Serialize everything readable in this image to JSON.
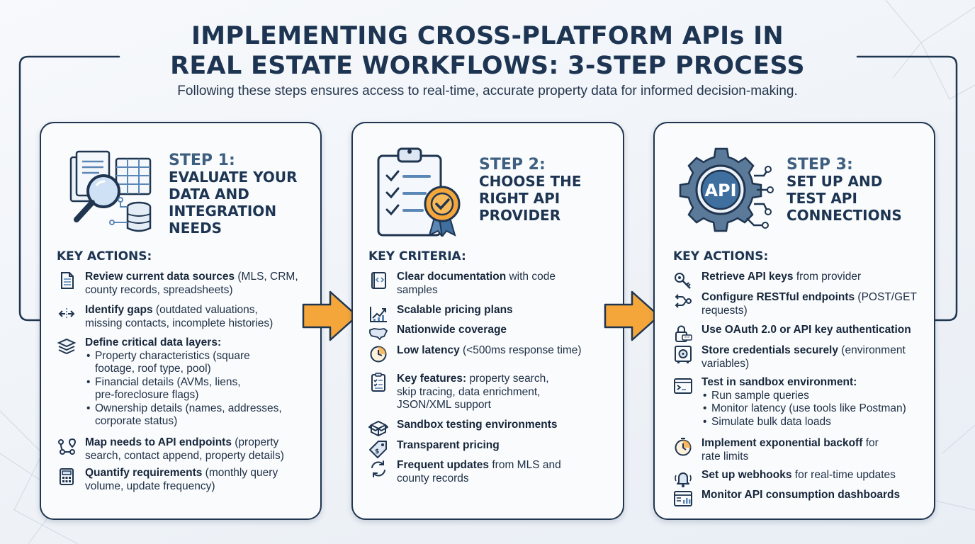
{
  "title_line1": "IMPLEMENTING CROSS-PLATFORM APIs IN",
  "title_line2": "REAL ESTATE WORKFLOWS: 3-STEP PROCESS",
  "subtitle": "Following these steps ensures access to real-time, accurate property data for informed decision-making.",
  "colors": {
    "navy": "#1d3552",
    "accent_orange": "#f4a63a",
    "card_border": "#1f3550"
  },
  "steps": [
    {
      "step_label": "STEP 1:",
      "title_lines": [
        "EVALUATE YOUR",
        "DATA AND",
        "INTEGRATION",
        "NEEDS"
      ],
      "hero_icon": "document-search-database-icon",
      "section_head": "KEY ACTIONS:",
      "items": [
        {
          "icon": "document-icon",
          "bold": "Review current data sources",
          "rest": " (MLS, CRM,",
          "line2": "county records, spreadsheets)"
        },
        {
          "icon": "arrows-gap-icon",
          "bold": "Identify gaps",
          "rest": " (outdated valuations,",
          "line2": "missing contacts, incomplete histories)"
        },
        {
          "icon": "layers-icon",
          "bold": "Define critical data layers:",
          "rest": "",
          "subs": [
            {
              "l1": "Property characteristics (square",
              "l2": "footage, roof type, pool)"
            },
            {
              "l1": "Financial details (AVMs, liens,",
              "l2": "pre-foreclosure flags)"
            },
            {
              "l1": "Ownership details (names, addresses,",
              "l2": "corporate status)"
            }
          ]
        },
        {
          "icon": "route-map-icon",
          "bold": "Map needs to API endpoints",
          "rest": " (property",
          "line2": "search, contact append, property details)"
        },
        {
          "icon": "calculator-icon",
          "bold": "Quantify requirements",
          "rest": " (monthly query",
          "line2": "volume, update frequency)"
        }
      ]
    },
    {
      "step_label": "STEP 2:",
      "title_lines": [
        "CHOOSE THE",
        "RIGHT API",
        "PROVIDER"
      ],
      "hero_icon": "clipboard-checklist-badge-icon",
      "section_head": "KEY CRITERIA:",
      "items": [
        {
          "icon": "code-book-icon",
          "bold": "Clear documentation",
          "rest": " with code",
          "line2": "samples"
        },
        {
          "icon": "growth-chart-icon",
          "bold": "Scalable pricing plans",
          "rest": ""
        },
        {
          "icon": "us-map-icon",
          "bold": "Nationwide coverage",
          "rest": ""
        },
        {
          "icon": "clock-icon",
          "bold": "Low latency",
          "rest": " (<500ms response time)"
        },
        {
          "icon": "checklist-icon",
          "bold": "Key features:",
          "rest": " property search,",
          "line2": "skip tracing, data enrichment,",
          "line3": "JSON/XML support"
        },
        {
          "icon": "sandbox-box-icon",
          "bold": "Sandbox testing environments",
          "rest": ""
        },
        {
          "icon": "price-tag-icon",
          "bold": "Transparent pricing",
          "rest": ""
        },
        {
          "icon": "refresh-icon",
          "bold": "Frequent updates",
          "rest": " from MLS and",
          "line2": "county records"
        }
      ]
    },
    {
      "step_label": "STEP 3:",
      "title_lines": [
        "SET UP AND",
        "TEST API",
        "CONNECTIONS"
      ],
      "hero_icon": "api-gear-circuit-icon",
      "hero_text": "API",
      "section_head": "KEY ACTIONS:",
      "items": [
        {
          "icon": "key-icon",
          "bold": "Retrieve API keys",
          "rest": " from provider"
        },
        {
          "icon": "endpoint-share-icon",
          "bold": "Configure RESTful endpoints",
          "rest": " (POST/GET",
          "line2": "requests)"
        },
        {
          "icon": "lock-icon",
          "bold": "Use OAuth 2.0 or API key authentication",
          "rest": ""
        },
        {
          "icon": "safe-icon",
          "bold": "Store credentials securely",
          "rest": " (environment",
          "line2": "variables)"
        },
        {
          "icon": "terminal-icon",
          "bold": "Test in sandbox environment:",
          "rest": "",
          "subs": [
            {
              "l1": "Run sample queries"
            },
            {
              "l1": "Monitor latency (use tools like Postman)"
            },
            {
              "l1": "Simulate bulk data loads"
            }
          ]
        },
        {
          "icon": "timer-icon",
          "bold": "Implement exponential backoff",
          "rest": " for",
          "line2": "rate limits"
        },
        {
          "icon": "bell-icon",
          "bold": "Set up webhooks",
          "rest": " for real-time updates"
        },
        {
          "icon": "dashboard-icon",
          "bold": "Monitor API consumption dashboards",
          "rest": ""
        }
      ]
    }
  ]
}
